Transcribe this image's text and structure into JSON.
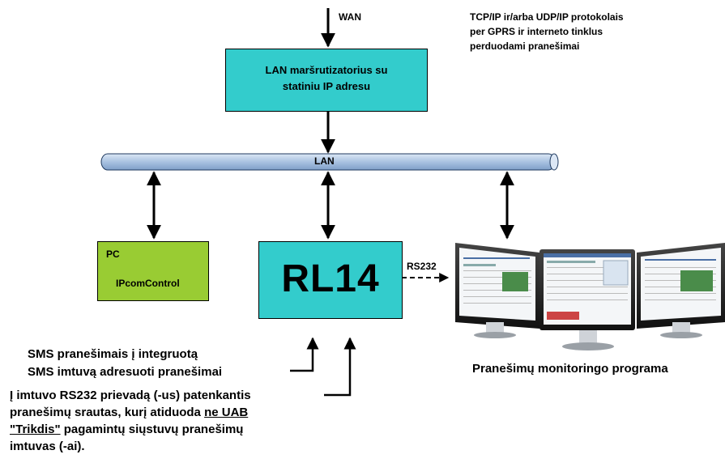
{
  "wan_label": "WAN",
  "protocol_note": [
    "TCP/IP ir/arba UDP/IP protokolais",
    "per GPRS ir interneto tinklus",
    "perduodami pranešimai"
  ],
  "router_label": [
    "LAN maršrutizatorius su",
    "statiniu IP adresu"
  ],
  "lan_label": "LAN",
  "pc_box": {
    "title": "PC",
    "subtitle": "IPcomControl"
  },
  "device_label": "RL14",
  "rs232_label": "RS232",
  "sms_note": [
    "SMS pranešimais į integruotą",
    "SMS imtuvą adresuoti pranešimai"
  ],
  "rs232_note": {
    "line1": "Į imtuvo RS232 prievadą (-us) patenkantis",
    "line2": "pranešimų srautas, kurį atiduoda ",
    "line2_underlined": "ne UAB",
    "line3_underlined": "\"Trikdis\"",
    "line3": " pagamintų siųstuvų pranešimų",
    "line4": "imtuvas (-ai)."
  },
  "monitoring_caption": "Pranešimų monitoringo programa",
  "colors": {
    "teal": "#33cccc",
    "green": "#99cc33",
    "lan_pipe": "#a9c2e1"
  }
}
